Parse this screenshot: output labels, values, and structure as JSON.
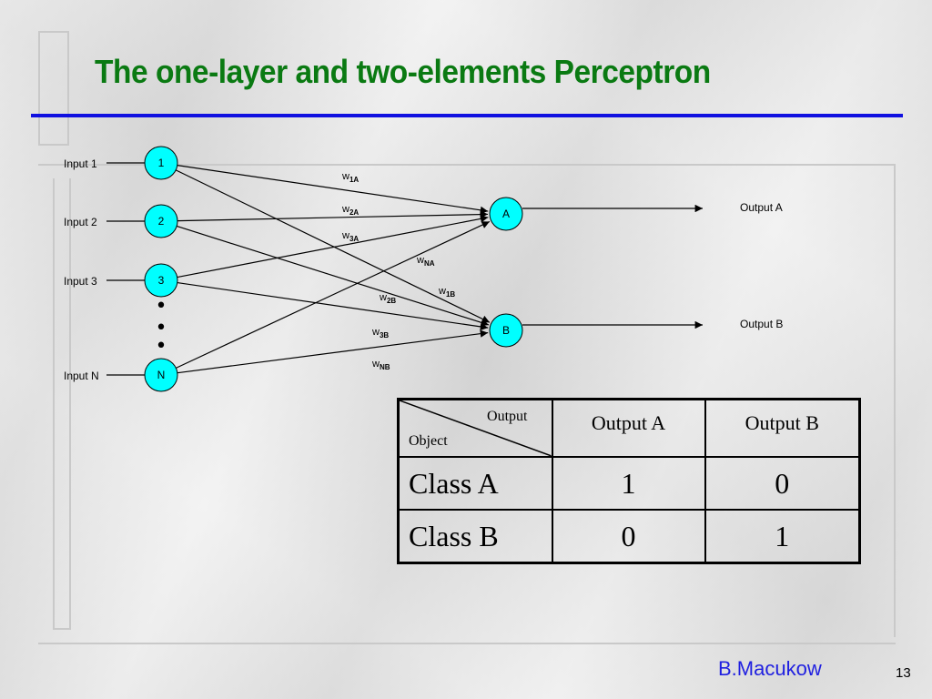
{
  "slide": {
    "title": "The one-layer and two-elements Perceptron",
    "author": "B.Macukow",
    "page_number": "13",
    "colors": {
      "title": "#0a7a12",
      "rule": "#1010e0",
      "node_fill": "#00ffff",
      "author": "#2020e0"
    }
  },
  "diagram": {
    "inputs": [
      {
        "label": "Input 1",
        "node": "1"
      },
      {
        "label": "Input 2",
        "node": "2"
      },
      {
        "label": "Input 3",
        "node": "3"
      },
      {
        "label": "Input N",
        "node": "N"
      }
    ],
    "ellipsis_glyph": "•",
    "outputs": [
      {
        "node": "A",
        "label": "Output A"
      },
      {
        "node": "B",
        "label": "Output B"
      }
    ],
    "weights": [
      {
        "from": "1",
        "to": "A",
        "main": "w",
        "sub": "1A"
      },
      {
        "from": "2",
        "to": "A",
        "main": "w",
        "sub": "2A"
      },
      {
        "from": "3",
        "to": "A",
        "main": "w",
        "sub": "3A"
      },
      {
        "from": "N",
        "to": "A",
        "main": "w",
        "sub": "NA"
      },
      {
        "from": "1",
        "to": "B",
        "main": "w",
        "sub": "1B"
      },
      {
        "from": "2",
        "to": "B",
        "main": "w",
        "sub": "2B"
      },
      {
        "from": "3",
        "to": "B",
        "main": "w",
        "sub": "3B"
      },
      {
        "from": "N",
        "to": "B",
        "main": "w",
        "sub": "NB"
      }
    ]
  },
  "table": {
    "corner_top": "Output",
    "corner_bottom": "Object",
    "columns": [
      "Output A",
      "Output B"
    ],
    "rows": [
      {
        "label": "Class A",
        "values": [
          "1",
          "0"
        ]
      },
      {
        "label": "Class B",
        "values": [
          "0",
          "1"
        ]
      }
    ]
  }
}
